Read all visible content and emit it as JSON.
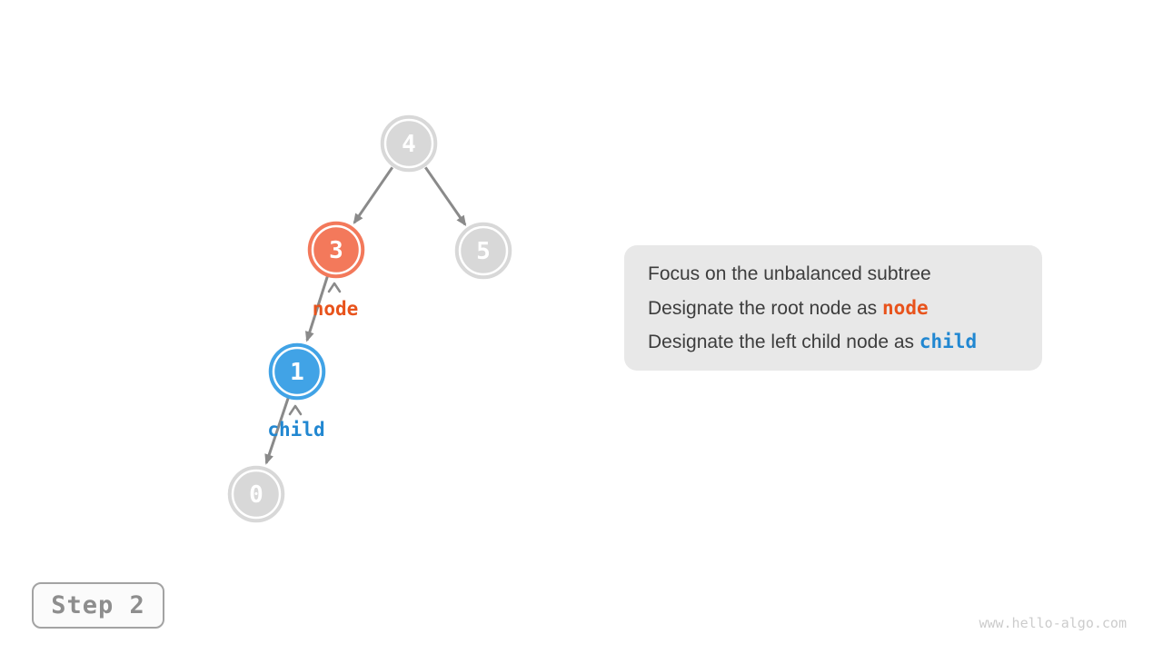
{
  "colors": {
    "orange": "#f3795b",
    "orange_text": "#e8531c",
    "blue": "#41a3e6",
    "blue_text": "#2187d1",
    "node_gray": "#d8d8d8",
    "edge_gray": "#8a8a8a",
    "text_dark": "#3d3d3d",
    "box_bg": "#e8e8e8",
    "step_border": "#a3a3a3",
    "step_text": "#8e8e8e",
    "step_bg": "#fbfbfb",
    "watermark_gray": "#cccccc"
  },
  "tree": {
    "nodes": [
      {
        "value": "4",
        "highlight": "none"
      },
      {
        "value": "3",
        "highlight": "orange"
      },
      {
        "value": "5",
        "highlight": "none"
      },
      {
        "value": "1",
        "highlight": "blue"
      },
      {
        "value": "0",
        "highlight": "none"
      }
    ],
    "pointers": {
      "node": "node",
      "child": "child"
    }
  },
  "infobox": {
    "line1": "Focus on the unbalanced subtree",
    "line2_text": "Designate the root node as",
    "line2_keyword": "node",
    "line3_text": "Designate the left child node as",
    "line3_keyword": "child"
  },
  "step_badge": {
    "label": "Step 2"
  },
  "watermark": {
    "text": "www.hello-algo.com"
  }
}
